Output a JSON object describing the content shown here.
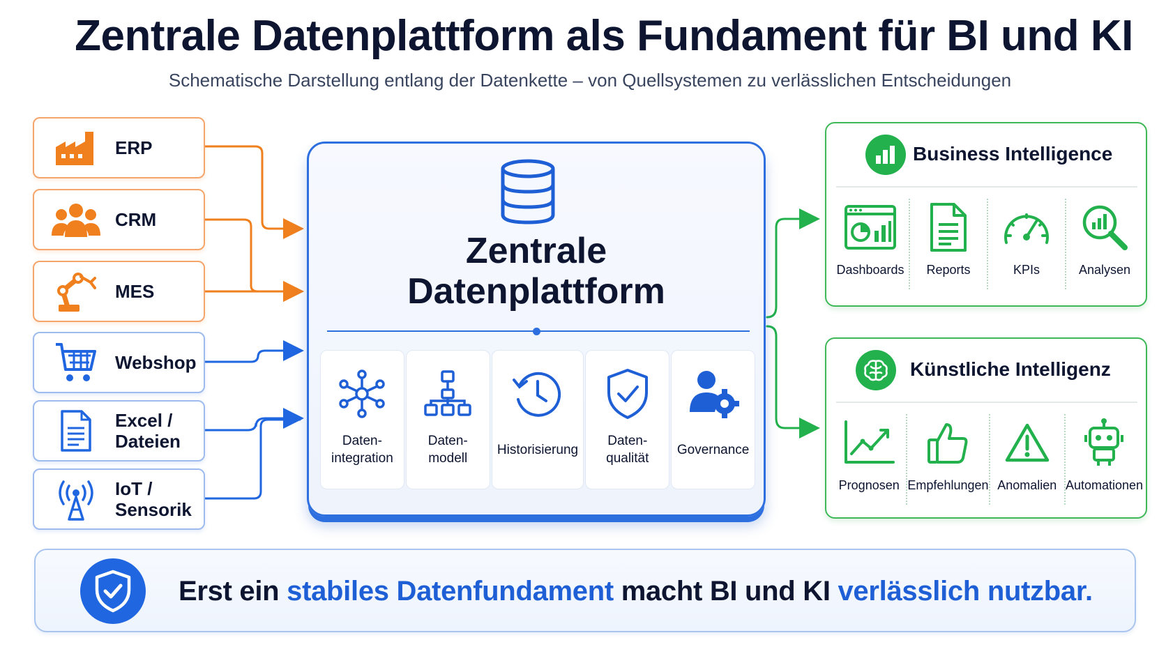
{
  "header": {
    "title": "Zentrale Datenplattform als Fundament für BI und KI",
    "subtitle": "Schematische Darstellung entlang der Datenkette – von Quellsystemen zu verlässlichen Entscheidungen"
  },
  "sources": [
    {
      "label": "ERP",
      "icon": "factory-icon"
    },
    {
      "label": "CRM",
      "icon": "people-icon"
    },
    {
      "label": "MES",
      "icon": "robot-arm-icon"
    },
    {
      "label": "Webshop",
      "icon": "shopping-cart-icon"
    },
    {
      "label": "Excel /\nDateien",
      "icon": "document-icon"
    },
    {
      "label": "IoT /\nSensorik",
      "icon": "antenna-icon"
    }
  ],
  "platform": {
    "title": "Zentrale\nDatenplattform",
    "icon": "database-icon",
    "capabilities": [
      {
        "label": "Daten-\nintegration",
        "icon": "network-icon"
      },
      {
        "label": "Daten-\nmodell",
        "icon": "hierarchy-icon"
      },
      {
        "label": "Historisierung",
        "icon": "history-icon"
      },
      {
        "label": "Daten-\nqualität",
        "icon": "shield-check-icon"
      },
      {
        "label": "Governance",
        "icon": "user-gear-icon"
      }
    ]
  },
  "outputs": {
    "bi": {
      "title": "Business Intelligence",
      "icon": "bar-chart-icon",
      "items": [
        {
          "label": "Dashboards",
          "icon": "dashboard-icon"
        },
        {
          "label": "Reports",
          "icon": "report-icon"
        },
        {
          "label": "KPIs",
          "icon": "gauge-icon"
        },
        {
          "label": "Analysen",
          "icon": "magnifier-chart-icon"
        }
      ]
    },
    "ki": {
      "title": "Künstliche Intelligenz",
      "icon": "brain-icon",
      "items": [
        {
          "label": "Prognosen",
          "icon": "trend-line-icon"
        },
        {
          "label": "Empfehlungen",
          "icon": "thumbs-up-icon"
        },
        {
          "label": "Anomalien",
          "icon": "warning-icon"
        },
        {
          "label": "Automationen",
          "icon": "robot-icon"
        }
      ]
    }
  },
  "footer": {
    "part1": "Erst ein ",
    "part2": "stabiles Datenfundament",
    "part3": " macht BI und KI ",
    "part4": "verlässlich nutzbar."
  },
  "colors": {
    "orange": "#f07f1e",
    "blue": "#1f66e0",
    "green": "#22b14c",
    "navy": "#0d1530"
  }
}
